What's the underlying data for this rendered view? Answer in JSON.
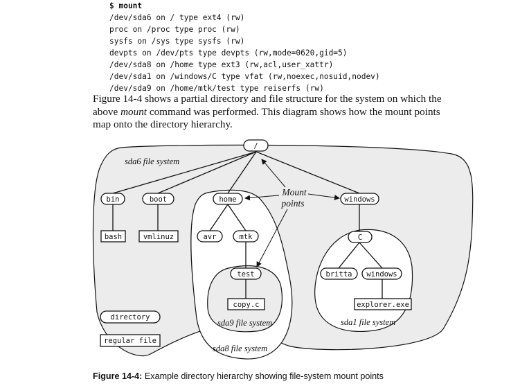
{
  "code_block": {
    "lines": [
      "$ mount",
      "/dev/sda6 on / type ext4 (rw)",
      "proc on /proc type proc (rw)",
      "sysfs on /sys type sysfs (rw)",
      "devpts on /dev/pts type devpts (rw,mode=0620,gid=5)",
      "/dev/sda8 on /home type ext3 (rw,acl,user_xattr)",
      "/dev/sda1 on /windows/C type vfat (rw,noexec,nosuid,nodev)",
      "/dev/sda9 on /home/mtk/test type reiserfs (rw)"
    ]
  },
  "paragraph": {
    "line1": "Figure 14-4 shows a partial directory and file structure for the system on which the",
    "line2_before": "above ",
    "line2_em": "mount",
    "line2_after": " command was performed. This diagram shows how the mount points",
    "line3": "map onto the directory hierarchy."
  },
  "diagram": {
    "regions": {
      "sda6": "sda6 file system",
      "sda8": "sda8 file system",
      "sda9": "sda9 file system",
      "sda1": "sda1 file system"
    },
    "directories": {
      "root": "/",
      "bin": "bin",
      "boot": "boot",
      "home": "home",
      "windows_top": "windows",
      "avr": "avr",
      "mtk": "mtk",
      "test": "test",
      "c": "C",
      "britta": "britta",
      "windows_sub": "windows"
    },
    "files": {
      "bash": "bash",
      "vmlinuz": "vmlinuz",
      "copy_c": "copy.c",
      "explorer": "explorer.exe"
    },
    "annotation": {
      "line1": "Mount",
      "line2": "points"
    },
    "legend": {
      "directory": "directory",
      "regular_file": "regular file"
    }
  },
  "caption": {
    "label": "Figure 14-4:",
    "text": " Example directory hierarchy showing file-system mount points"
  }
}
